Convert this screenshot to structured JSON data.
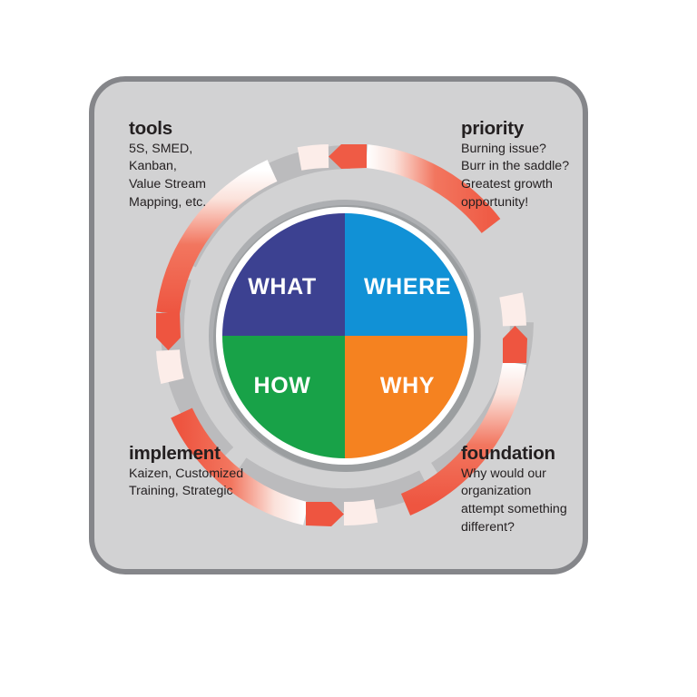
{
  "diagram": {
    "title": "Continuous improvement cycle wheel",
    "frame": {
      "fill_color": "#D2D2D3",
      "border_color": "#85868A"
    },
    "wheel": {
      "quadrants": [
        {
          "key": "what",
          "label": "WHAT",
          "color": "#3C4191",
          "position": "top-left"
        },
        {
          "key": "where",
          "label": "WHERE",
          "color": "#1191D6",
          "position": "top-right"
        },
        {
          "key": "how",
          "label": "HOW",
          "color": "#18A248",
          "position": "bottom-left"
        },
        {
          "key": "why",
          "label": "WHY",
          "color": "#F58220",
          "position": "bottom-right"
        }
      ],
      "rim_color": "#FFFFFF",
      "shadow_color": "#A7A9AC"
    },
    "arrow_ring": {
      "direction": "counter-clockwise",
      "arrow_color": "#EF5B45",
      "fade_color": "#FFFFFF",
      "arrow_count": 4
    }
  },
  "callouts": {
    "tools": {
      "title": "tools",
      "lines": [
        "5S, SMED,",
        "Kanban,",
        "Value Stream",
        "Mapping, etc."
      ]
    },
    "priority": {
      "title": "priority",
      "lines": [
        "Burning issue?",
        "Burr in the saddle?",
        "Greatest growth",
        "opportunity!"
      ]
    },
    "implement": {
      "title": "implement",
      "lines": [
        "Kaizen, Customized",
        "Training, Strategic"
      ]
    },
    "foundation": {
      "title": "foundation",
      "lines": [
        "Why would our",
        "organization",
        "attempt something",
        "different?"
      ]
    }
  }
}
